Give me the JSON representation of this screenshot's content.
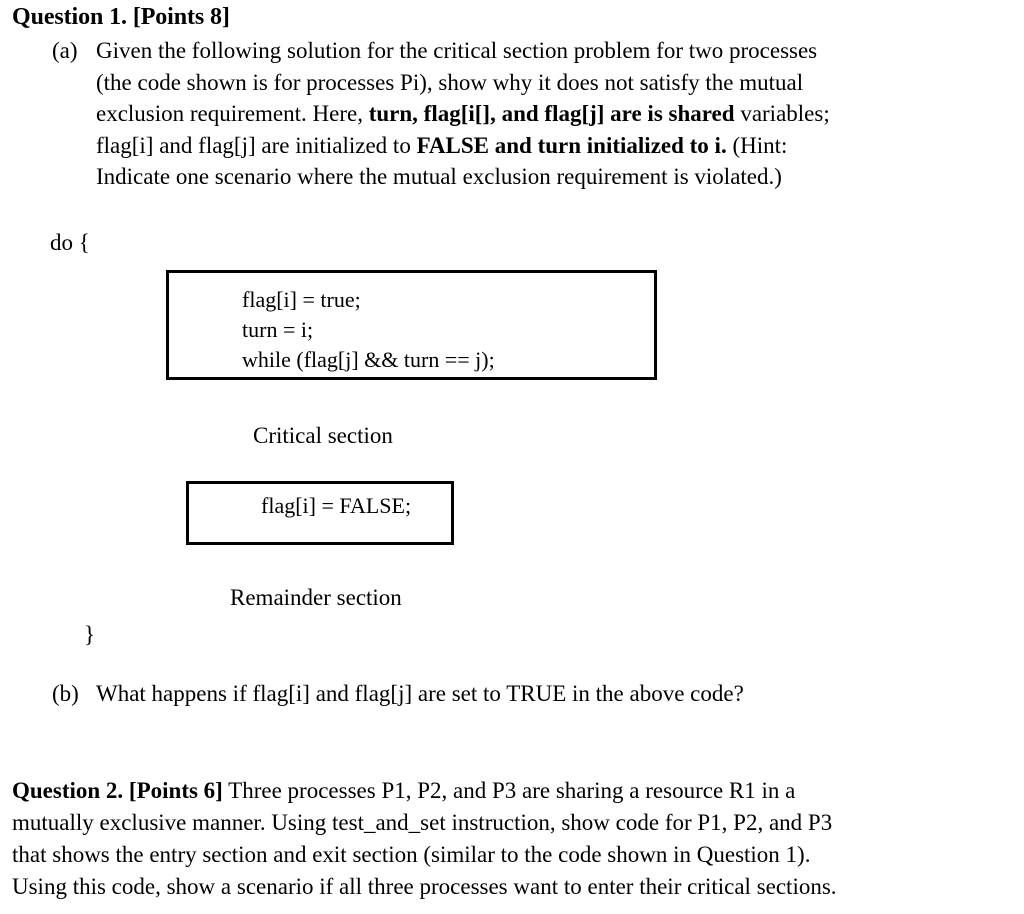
{
  "document": {
    "background_color": "#ffffff",
    "text_color": "#000000"
  },
  "question1": {
    "heading": "Question 1. [Points 8]",
    "part_a": {
      "marker": "(a)",
      "line1": "Given the following solution for the critical section problem for two processes",
      "line2": "(the code shown is for processes Pi), show why it does not satisfy the mutual",
      "line3_pre": "exclusion requirement. Here, ",
      "line3_bold": "turn, flag[i[], and flag[j] are is shared",
      "line3_post": " variables;",
      "line4_pre": "flag[i] and flag[j]  are initialized to ",
      "line4_bold": "FALSE and turn initialized to i.",
      "line4_post": " (Hint:",
      "line5": "Indicate one scenario where the mutual exclusion requirement is violated.)"
    },
    "code": {
      "do_open": "do {",
      "do_close": "}",
      "entry_section": {
        "line1": "flag[i] = true;",
        "line2": "turn = i;",
        "line3": "while (flag[j] && turn == j);"
      },
      "critical_section_label": "Critical section",
      "exit_section": {
        "line1": "flag[i] = FALSE;"
      },
      "remainder_section_label": "Remainder section"
    },
    "part_b": {
      "marker": "(b)",
      "text": "What happens if flag[i] and flag[j] are set to TRUE in the above code?"
    }
  },
  "question2": {
    "heading": "Question 2. [Points 6]",
    "line1_rest": " Three processes P1, P2, and P3 are sharing a resource R1 in a",
    "line2": "mutually exclusive manner. Using test_and_set instruction, show code for P1, P2, and P3",
    "line3": "that shows the entry section and exit section (similar to the code shown in Question 1).",
    "line4": "Using this code, show a scenario if all three processes want to enter their critical sections."
  }
}
